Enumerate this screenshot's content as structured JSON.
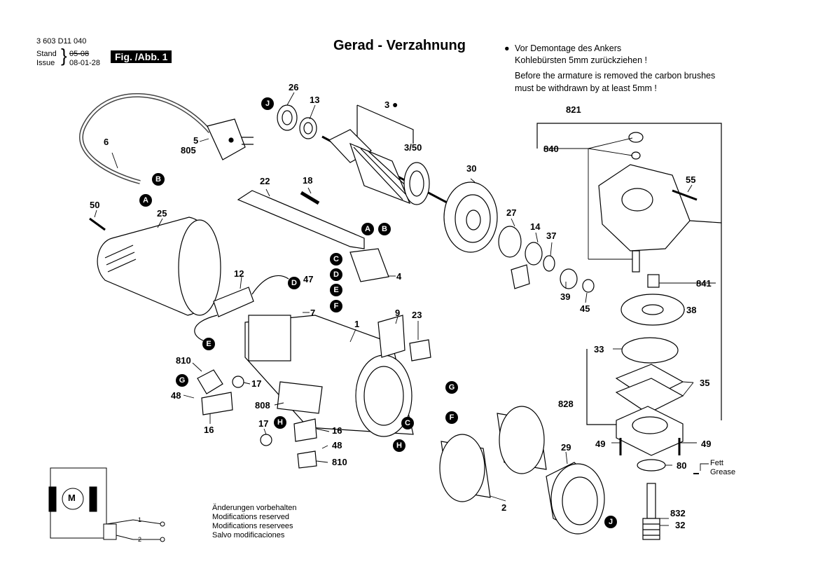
{
  "header": {
    "doc_number": "3 603 D11 040",
    "stand_label": "Stand",
    "issue_label": "Issue",
    "stand_value": "05-08",
    "issue_value": "08-01-28",
    "fig_label": "Fig. /Abb. 1",
    "title": "Gerad - Verzahnung"
  },
  "note": {
    "line1": "Vor Demontage des Ankers",
    "line2": "Kohlebürsten 5mm zurückziehen !",
    "line3": "Before the armature is removed the carbon brushes",
    "line4": "must be withdrawn by at least 5mm !"
  },
  "disclaimer": {
    "line1": "Änderungen vorbehalten",
    "line2": "Modifications reserved",
    "line3": "Modifications reservees",
    "line4": "Salvo modificaciones"
  },
  "grease": {
    "line1": "Fett",
    "line2": "Grease"
  },
  "motor_symbol": "M",
  "part_numbers": {
    "p26": "26",
    "p13": "13",
    "p3": "3",
    "p3_50": "3/50",
    "p6": "6",
    "p5": "5",
    "p805": "805",
    "p22": "22",
    "p18": "18",
    "p30": "30",
    "p27": "27",
    "p14": "14",
    "p37": "37",
    "p39": "39",
    "p45": "45",
    "p50": "50",
    "p25": "25",
    "p12": "12",
    "p47": "47",
    "p4": "4",
    "p7": "7",
    "p1": "1",
    "p9": "9",
    "p23": "23",
    "p810a": "810",
    "p17a": "17",
    "p48a": "48",
    "p16a": "16",
    "p808": "808",
    "p17b": "17",
    "p16b": "16",
    "p48b": "48",
    "p810b": "810",
    "p2": "2",
    "p29": "29",
    "p821": "821",
    "p840": "840",
    "p55": "55",
    "p841": "841",
    "p38": "38",
    "p33": "33",
    "p35": "35",
    "p828": "828",
    "p49a": "49",
    "p49b": "49",
    "p80": "80",
    "p832": "832",
    "p32": "32"
  },
  "markers": {
    "j": "J",
    "a": "A",
    "b": "B",
    "c": "C",
    "d": "D",
    "e": "E",
    "f": "F",
    "g": "G",
    "h": "H"
  },
  "switch_labels": {
    "one": "1",
    "two": "2"
  }
}
